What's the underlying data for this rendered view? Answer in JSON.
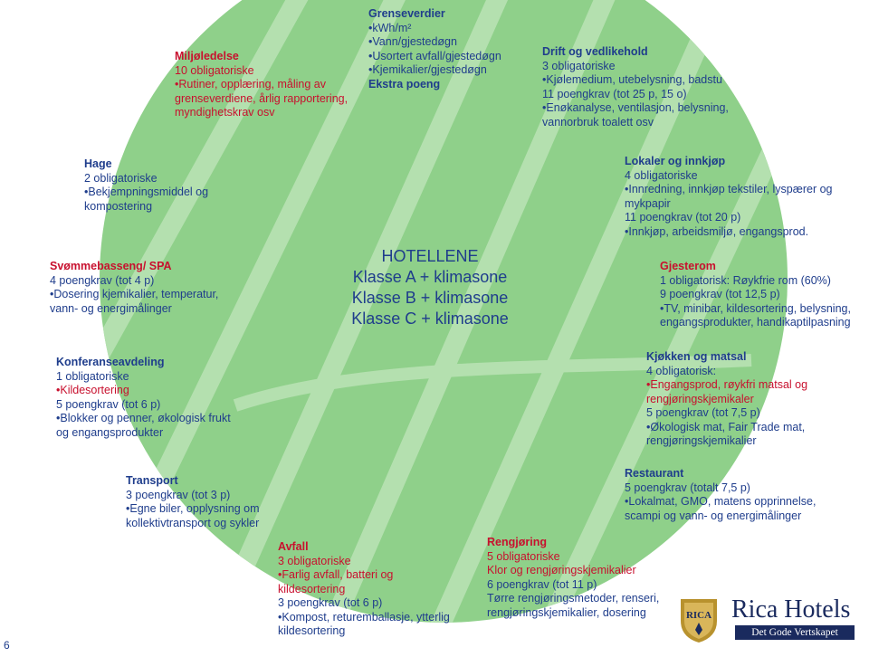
{
  "center": {
    "title": "HOTELLENE",
    "lines": [
      "Klasse A + klimasone",
      "Klasse B + klimasone",
      "Klasse C + klimasone"
    ]
  },
  "blocks": {
    "miljoledelse": {
      "title": "Miljøledelse",
      "lines": [
        "10 obligatoriske",
        "•Rutiner, opplæring, måling av",
        "grenseverdiene, årlig rapportering,",
        "myndighetskrav osv"
      ]
    },
    "grenseverdier": {
      "title": "Grenseverdier",
      "lines": [
        "•kWh/m²",
        "•Vann/gjestedøgn",
        "•Usortert avfall/gjestedøgn",
        "•Kjemikalier/gjestedøgn",
        "Ekstra poeng"
      ]
    },
    "drift": {
      "title": "Drift og vedlikehold",
      "lines": [
        "3 obligatoriske",
        "•Kjølemedium, utebelysning, badstu",
        "11 poengkrav (tot 25 p, 15 o)",
        "•Enøkanalyse, ventilasjon, belysning,",
        "vannorbruk toalett osv"
      ]
    },
    "hage": {
      "title": "Hage",
      "lines": [
        "2 obligatoriske",
        "•Bekjempningsmiddel og",
        "kompostering"
      ]
    },
    "lokaler": {
      "title": "Lokaler og innkjøp",
      "lines": [
        "4 obligatoriske",
        "•Innredning, innkjøp tekstiler, lyspærer og",
        "mykpapir",
        "11 poengkrav (tot 20 p)",
        "•Innkjøp, arbeidsmiljø, engangsprod."
      ]
    },
    "svommebasseng": {
      "title": "Svømmebasseng/ SPA",
      "lines": [
        "4 poengkrav (tot 4 p)",
        "•Dosering kjemikalier, temperatur,",
        "vann- og energimålinger"
      ]
    },
    "gjesterom": {
      "title": "Gjesterom",
      "lines": [
        "1 obligatorisk: Røykfrie rom (60%)",
        "9 poengkrav (tot 12,5 p)",
        "•TV, minibar, kildesortering, belysning,",
        "engangsprodukter, handikaptilpasning"
      ]
    },
    "konferanse": {
      "title": "Konferanseavdeling",
      "lines": [
        "1 obligatoriske",
        "•Kildesortering",
        "5 poengkrav (tot 6 p)",
        "•Blokker og penner, økologisk frukt",
        "og engangsprodukter"
      ]
    },
    "kjokken": {
      "title": "Kjøkken og matsal",
      "lines": [
        "4 obligatorisk:",
        "•Engangsprod, røykfri matsal og",
        "rengjøringskjemikaler",
        "5 poengkrav (tot 7,5 p)",
        "•Økologisk mat, Fair Trade mat,",
        "rengjøringskjemikalier"
      ]
    },
    "transport": {
      "title": "Transport",
      "lines": [
        "3 poengkrav (tot 3 p)",
        "•Egne biler, opplysning om",
        "kollektivtransport og sykler"
      ]
    },
    "restaurant": {
      "title": "Restaurant",
      "lines": [
        "5 poengkrav (totalt 7,5 p)",
        "•Lokalmat, GMO, matens opprinnelse,",
        "scampi og vann- og energimålinger"
      ]
    },
    "avfall": {
      "title": "Avfall",
      "lines": [
        "3 obligatoriske",
        "•Farlig avfall, batteri og",
        "kildesortering",
        "3 poengkrav (tot 6 p)",
        "•Kompost, returemballasje, ytterlig",
        "kildesortering"
      ]
    },
    "rengjoring": {
      "title": "Rengjøring",
      "lines": [
        "5 obligatoriske",
        "Klor og rengjøringskjemikalier",
        "6 poengkrav (tot 11 p)",
        "Tørre rengjøringsmetoder, renseri,",
        "rengjøringskjemikalier, dosering"
      ]
    }
  },
  "logo": {
    "name": "Rica Hotels",
    "tagline": "Det Gode Vertskapet",
    "emblem_text": "RICA"
  },
  "page_number": "6",
  "colors": {
    "circle": "#8fd08a",
    "red": "#c8102e",
    "blue": "#1f3d8c",
    "logo": "#1a2a5e"
  }
}
